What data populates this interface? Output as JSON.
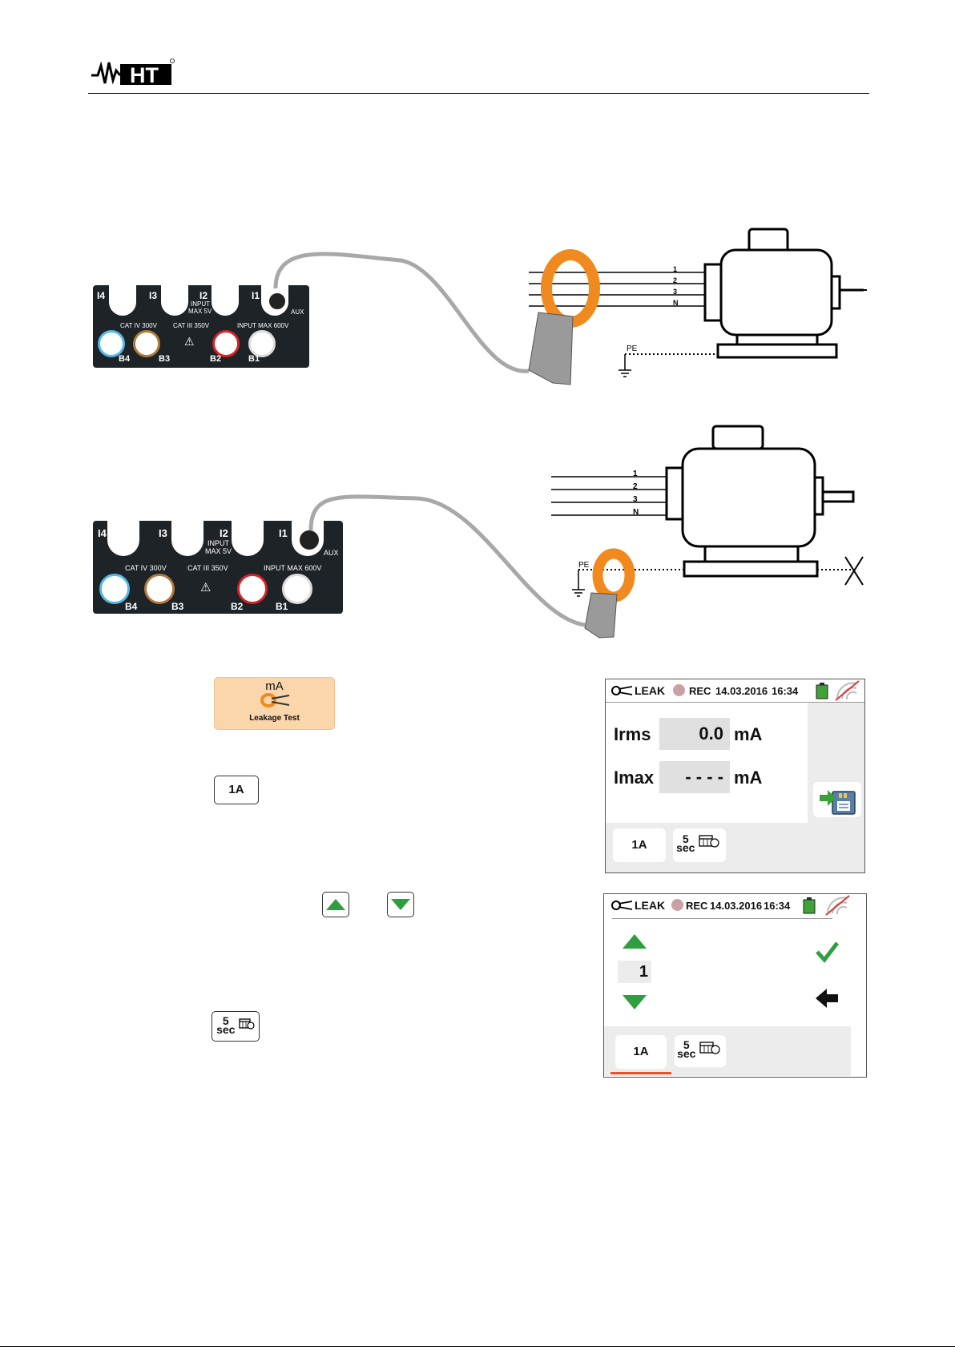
{
  "header": {
    "logo_text": "HT",
    "logo_mark": "registered-mark"
  },
  "diagram1": {
    "terminals": {
      "i4": "I4",
      "i3": "I3",
      "i2": "I2",
      "i1": "I1",
      "aux": "AUX",
      "input_max5v_a": "INPUT",
      "input_max5v_b": "MAX 5V",
      "cat4": "CAT IV 300V",
      "cat3": "CAT III 350V",
      "input_max600": "INPUT MAX 600V",
      "b4": "B4",
      "b3": "B3",
      "b2": "B2",
      "b1": "B1"
    },
    "wires": [
      "1",
      "2",
      "3",
      "N"
    ],
    "pe": "PE"
  },
  "diagram2": {
    "terminals": {
      "i4": "I4",
      "i3": "I3",
      "i2": "I2",
      "i1": "I1",
      "aux": "AUX",
      "input_max5v_a": "INPUT",
      "input_max5v_b": "MAX 5V",
      "cat4": "CAT IV 300V",
      "cat3": "CAT III 350V",
      "input_max600": "INPUT MAX 600V",
      "b4": "B4",
      "b3": "B3",
      "b2": "B2",
      "b1": "B1"
    },
    "wires": [
      "1",
      "2",
      "3",
      "N"
    ],
    "pe": "PE"
  },
  "leakage_button": {
    "unit": "mA",
    "label": "Leakage Test"
  },
  "range_key": {
    "label": "1A"
  },
  "interval_key": {
    "num": "5",
    "unit": "sec"
  },
  "screen1": {
    "mode": "LEAK",
    "rec": "REC",
    "date": "14.03.2016",
    "time": "16:34",
    "rows": [
      {
        "label": "Irms",
        "value": "0.0",
        "unit": "mA"
      },
      {
        "label": "Imax",
        "value": "- - - -",
        "unit": "mA"
      }
    ],
    "softkeys": {
      "range": "1A",
      "interval_num": "5",
      "interval_unit": "sec"
    }
  },
  "screen2": {
    "mode": "LEAK",
    "rec": "REC",
    "date": "14.03.2016",
    "time": "16:34",
    "selected_value": "1",
    "softkeys": {
      "range": "1A",
      "interval_num": "5",
      "interval_unit": "sec"
    }
  },
  "colors": {
    "clamp": "#f08a1e",
    "accent_green": "#2e9e3e",
    "panel": "#1e2327",
    "underline": "#e8552a"
  }
}
